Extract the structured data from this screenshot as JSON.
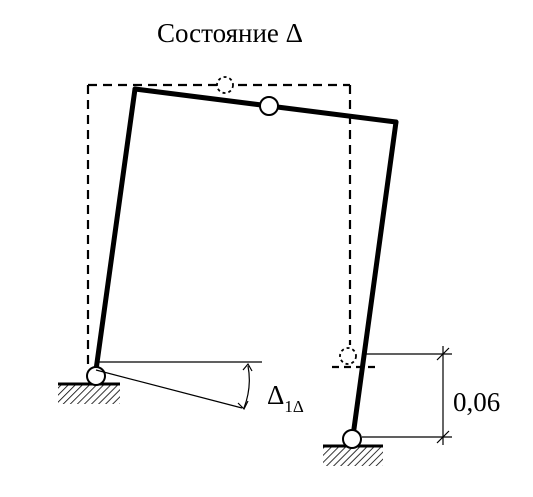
{
  "diagram": {
    "title": "Состояние Δ",
    "angle_label": {
      "main": "Δ",
      "subscript": "1Δ"
    },
    "dimension_label": "0,06"
  }
}
